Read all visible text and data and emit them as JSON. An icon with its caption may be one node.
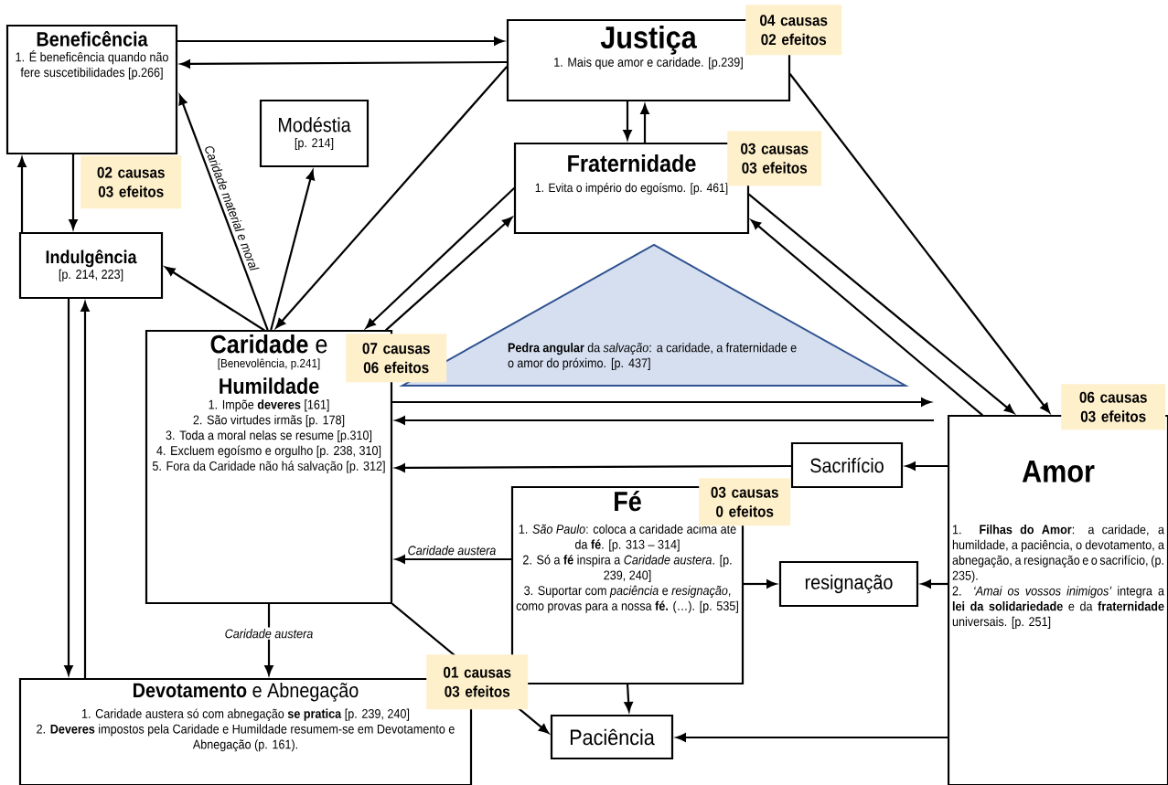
{
  "diagram": {
    "nodes": [
      {
        "text": [
          "Beneficência",
          "1. É beneficência quando não fere suscetibilidades [p.266]"
        ],
        "beside": [
          "02 causas 03 efeitos"
        ]
      },
      {
        "text": [
          "Justiça",
          "1. Mais que amor e caridade. [p.239]"
        ],
        "beside": [
          "04 causas 02 efeitos"
        ]
      },
      {
        "text": [
          "Modéstia",
          "[p. 214]"
        ]
      },
      {
        "text": [
          "Fraternidade",
          "1. Evita o império do egoísmo. [p. 461]"
        ],
        "beside": [
          "03 causas 03 efeitos"
        ]
      },
      {
        "text": [
          "Indulgência",
          "[p. 214, 223]"
        ]
      },
      {
        "text": [
          "**Pedra angular** da *salvação*: a caridade, a fraternidade e o amor do próximo. [p. 437]"
        ]
      },
      {
        "text": [
          "**Caridade** e",
          "[Benevolência, p.241]",
          "Humildade",
          "1. Impõe **deveres** [161]",
          "2. São virtudes irmãs [p. 178]",
          "3. Toda a moral nelas se resume [p.310]",
          "4. Excluem egoísmo e orgulho [p. 238, 310]",
          "5. Fora da Caridade não há salvação [p. 312]"
        ],
        "beside": [
          "07 causas 06 efeitos"
        ]
      },
      {
        "text": [
          "Sacrifício"
        ]
      },
      {
        "text": [
          "Amor",
          "1. **Filhas do Amor**: a caridade, a humildade, a paciência, o devotamento, a abnegação, a resignação e o sacrifício, (p. 235).",
          "2. *‘Amai os vossos inimigos’* integra a **lei da solidariedade** e da **fraternidade** universais. [p. 251]"
        ],
        "beside": [
          "06 causas 03 efeitos"
        ]
      },
      {
        "text": [
          "Fé",
          "1. *São Paulo*: coloca a caridade acima até da **fé**. [p. 313 – 314]",
          "2. Só a **fé** inspira a *Caridade austera*. [p. 239, 240]",
          "3. Suportar com *paciência* e *resignação*, como provas para a nossa **fé.** (…). [p. 535]"
        ],
        "beside": [
          "03 causas 0 efeitos"
        ]
      },
      {
        "text": [
          "resignação"
        ]
      },
      {
        "text": [
          "**Devotamento** e Abnegação",
          "1. Caridade austera só com abnegação **se pratica** [p. 239, 240]",
          "2. **Deveres** impostos pela Caridade e Humildade resumem-se em Devotamento e Abnegação (p. 161)."
        ],
        "beside": [
          "01 causas 03 efeitos"
        ]
      },
      {
        "text": [
          "Paciência"
        ]
      }
    ],
    "edges": [
      {
        "from": 0,
        "to": 1,
        "arrow": "to"
      },
      {
        "from": 1,
        "to": 0,
        "arrow": "to"
      },
      {
        "from": 0,
        "to": 4,
        "arrow": "to"
      },
      {
        "from": 4,
        "to": 0,
        "arrow": "to"
      },
      {
        "from": 6,
        "to": 0,
        "arrow": "to",
        "label": "Caridade material e moral"
      },
      {
        "from": 6,
        "to": 2,
        "arrow": "to"
      },
      {
        "from": 6,
        "to": 4,
        "arrow": "to"
      },
      {
        "from": 1,
        "to": 6,
        "arrow": "to"
      },
      {
        "from": 3,
        "to": 6,
        "arrow": "to"
      },
      {
        "from": 6,
        "to": 3,
        "arrow": "to"
      },
      {
        "from": 1,
        "to": 3,
        "arrow": "to"
      },
      {
        "from": 3,
        "to": 1,
        "arrow": "to"
      },
      {
        "from": 1,
        "to": 8,
        "arrow": "to"
      },
      {
        "from": 3,
        "to": 8,
        "arrow": "to"
      },
      {
        "from": 8,
        "to": 3,
        "arrow": "to"
      },
      {
        "from": 6,
        "to": 8,
        "arrow": "to"
      },
      {
        "from": 8,
        "to": 6,
        "arrow": "to"
      },
      {
        "from": 8,
        "to": 7,
        "arrow": "to"
      },
      {
        "from": 7,
        "to": 6,
        "arrow": "to"
      },
      {
        "from": 9,
        "to": 6,
        "arrow": "to",
        "label": "Caridade austera"
      },
      {
        "from": 6,
        "to": 11,
        "arrow": "to",
        "label": "Caridade austera"
      },
      {
        "from": 6,
        "to": 12,
        "arrow": "to"
      },
      {
        "from": 9,
        "to": 12,
        "arrow": "to"
      },
      {
        "from": 9,
        "to": 10,
        "arrow": "to"
      },
      {
        "from": 8,
        "to": 10,
        "arrow": "to"
      },
      {
        "from": 8,
        "to": 12,
        "arrow": "to"
      },
      {
        "from": 4,
        "to": 11,
        "arrow": "to"
      },
      {
        "from": 11,
        "to": 4,
        "arrow": "to"
      }
    ]
  }
}
